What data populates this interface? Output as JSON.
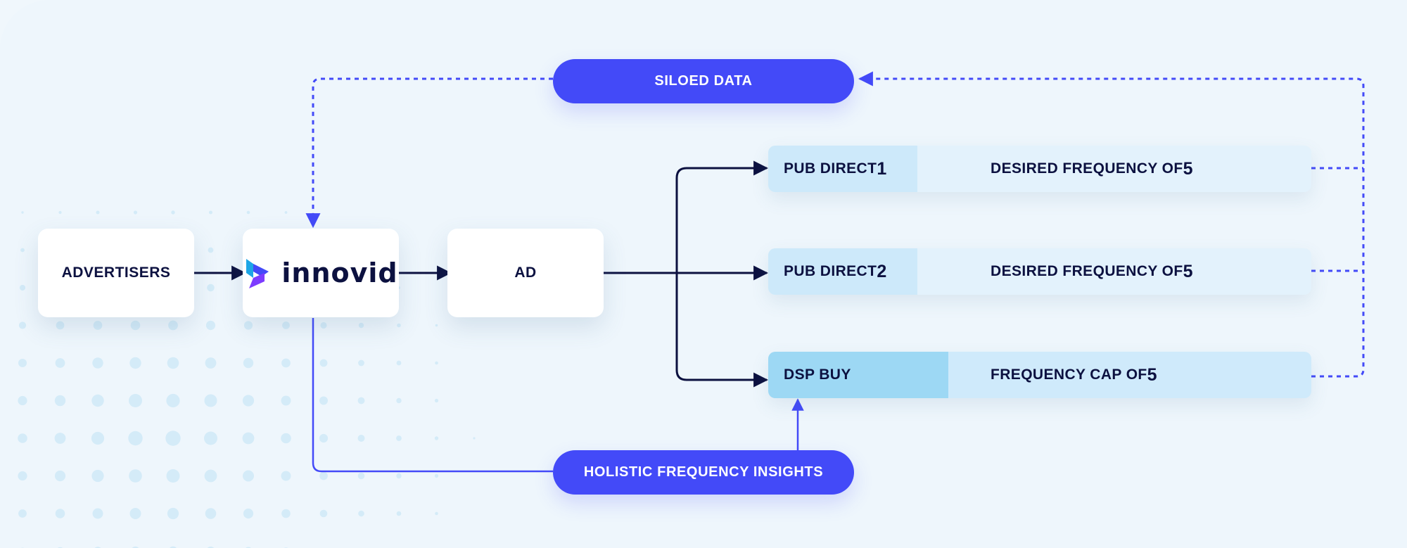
{
  "diagram": {
    "siloed": "SILOED DATA",
    "holistic": "HOLISTIC FREQUENCY INSIGHTS",
    "advertisers": "ADVERTISERS",
    "brand": "innovid",
    "ad": "AD",
    "rows": [
      {
        "lead": "PUB DIRECT ",
        "lead_num": "1",
        "desc": "DESIRED FREQUENCY OF ",
        "desc_num": "5"
      },
      {
        "lead": "PUB DIRECT ",
        "lead_num": "2",
        "desc": "DESIRED FREQUENCY OF ",
        "desc_num": "5"
      },
      {
        "lead": "DSP BUY",
        "lead_num": "",
        "desc": "FREQUENCY CAP OF ",
        "desc_num": "5"
      }
    ]
  },
  "colors": {
    "accent": "#434af8",
    "navy": "#0c1140",
    "row_bg": "#e3f2fc",
    "row_lead": "#cde9fa",
    "row_lead_dsp": "#9dd8f4",
    "logo_blue": "#1ea6e6",
    "logo_purple": "#7d3cff"
  }
}
